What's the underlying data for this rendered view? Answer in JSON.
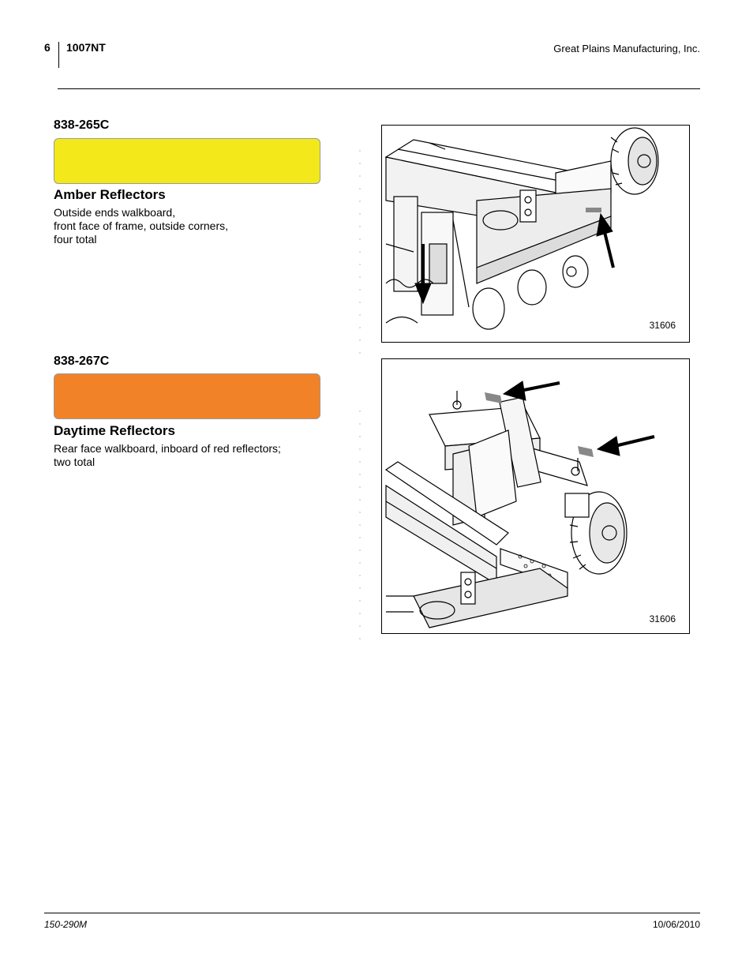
{
  "header": {
    "page_number": "6",
    "model": "1007NT",
    "company": "Great Plains Manufacturing, Inc."
  },
  "decals": [
    {
      "part_number": "838-265C",
      "color": "#f3e91a",
      "title": "Amber Reflectors",
      "description_lines": [
        "Outside ends walkboard,",
        "front face of frame, outside corners,",
        "four total"
      ],
      "figure_number": "31606"
    },
    {
      "part_number": "838-267C",
      "color": "#f28228",
      "title": "Daytime Reflectors",
      "description_lines": [
        "Rear face walkboard, inboard of red reflectors;",
        "two total"
      ],
      "figure_number": "31606"
    }
  ],
  "footer": {
    "document_number": "150-290M",
    "date": "10/06/2010"
  }
}
